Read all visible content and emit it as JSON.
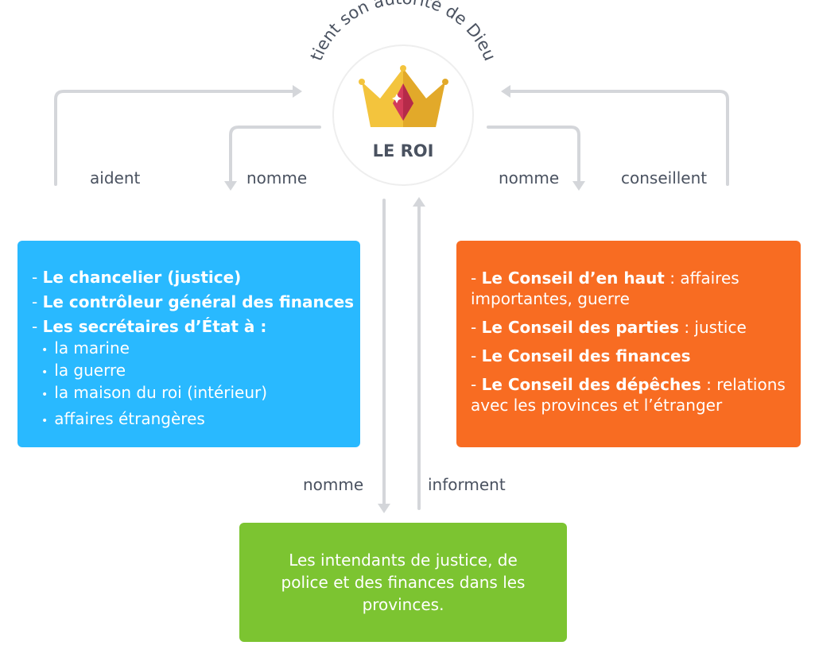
{
  "king": {
    "title": "LE ROI",
    "arc_text": "tient son autorité de Dieu"
  },
  "labels": {
    "aident": "aident",
    "nomme_left": "nomme",
    "nomme_right": "nomme",
    "conseillent": "conseillent",
    "nomme_bottom": "nomme",
    "informent": "informent"
  },
  "ministers": {
    "items": [
      {
        "prefix": "- ",
        "text": "Le chancelier (justice)"
      },
      {
        "prefix": "- ",
        "text": "Le contrôleur général des finances"
      },
      {
        "prefix": "- ",
        "text": "Les secrétaires d’État à :"
      }
    ],
    "sub_items": [
      "la marine",
      "la guerre",
      "la maison du roi (intérieur)",
      "affaires étrangères"
    ]
  },
  "councils": {
    "items": [
      {
        "prefix": "- ",
        "name": "Le Conseil d’en haut",
        "desc": " : affaires importantes, guerre"
      },
      {
        "prefix": "- ",
        "name": "Le Conseil des parties",
        "desc": " : justice"
      },
      {
        "prefix": "- ",
        "name": "Le Conseil des finances",
        "desc": ""
      },
      {
        "prefix": "- ",
        "name": "Le Conseil des dépêches",
        "desc": " : relations avec les provinces et l’étranger"
      }
    ]
  },
  "intendants": {
    "text": "Les intendants de justice, de police et des finances dans les provinces."
  },
  "colors": {
    "blue": "#29b9ff",
    "orange": "#f86c22",
    "green": "#7cc431",
    "arrow": "#d4d6da",
    "text": "#4a5260",
    "crown_gold": "#f3c43d",
    "crown_dark": "#e2a92a",
    "gem": "#d33a5b"
  }
}
